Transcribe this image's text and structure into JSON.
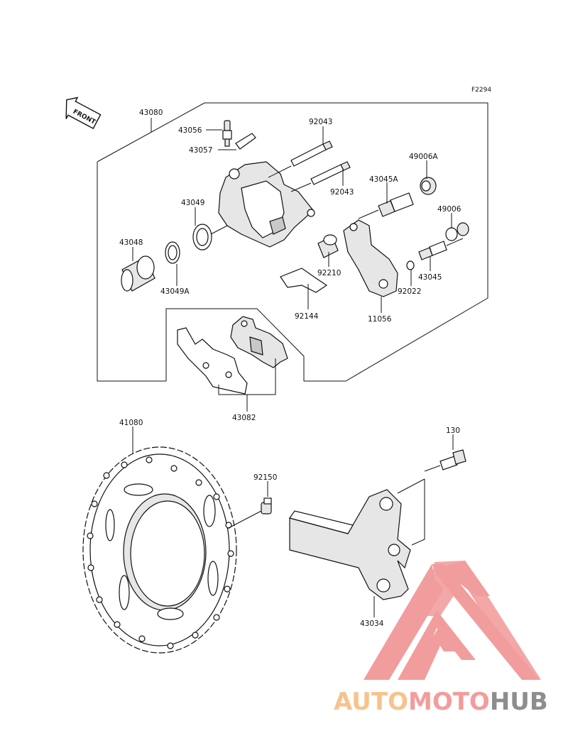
{
  "diagram_code": "F2294",
  "front_arrow_text": "FRONT",
  "labels": {
    "l43080": "43080",
    "l43056": "43056",
    "l43057": "43057",
    "l92043a": "92043",
    "l92043b": "92043",
    "l49006A": "49006A",
    "l43045A": "43045A",
    "l43049": "43049",
    "l49006": "49006",
    "l43048": "43048",
    "l92210": "92210",
    "l43045": "43045",
    "l43049A": "43049A",
    "l92022": "92022",
    "l92144": "92144",
    "l11056": "11056",
    "l43082": "43082",
    "l41080": "41080",
    "l130": "130",
    "l92150": "92150",
    "l43034": "43034"
  },
  "watermark": {
    "part1": "AUTO",
    "part2": "MOTO",
    "part3": "HUB",
    "color1": "#f5b97a",
    "color2": "#f28b8b",
    "color3": "#7a7a7a",
    "logo_color": "#ef8d8d"
  }
}
